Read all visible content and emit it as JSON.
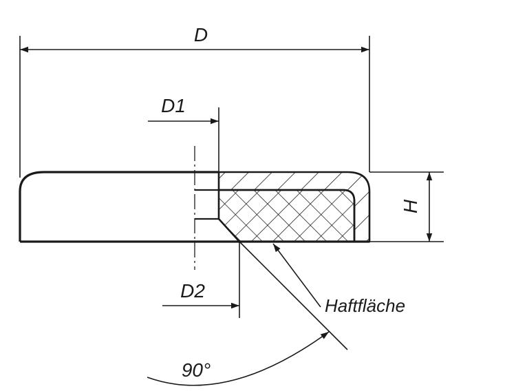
{
  "diagram": {
    "labels": {
      "D": "D",
      "D1": "D1",
      "D2": "D2",
      "H": "H",
      "adhesive_surface": "Haftfläche",
      "angle": "90°"
    },
    "colors": {
      "ink": "#1a1a1a",
      "background": "#ffffff"
    }
  }
}
